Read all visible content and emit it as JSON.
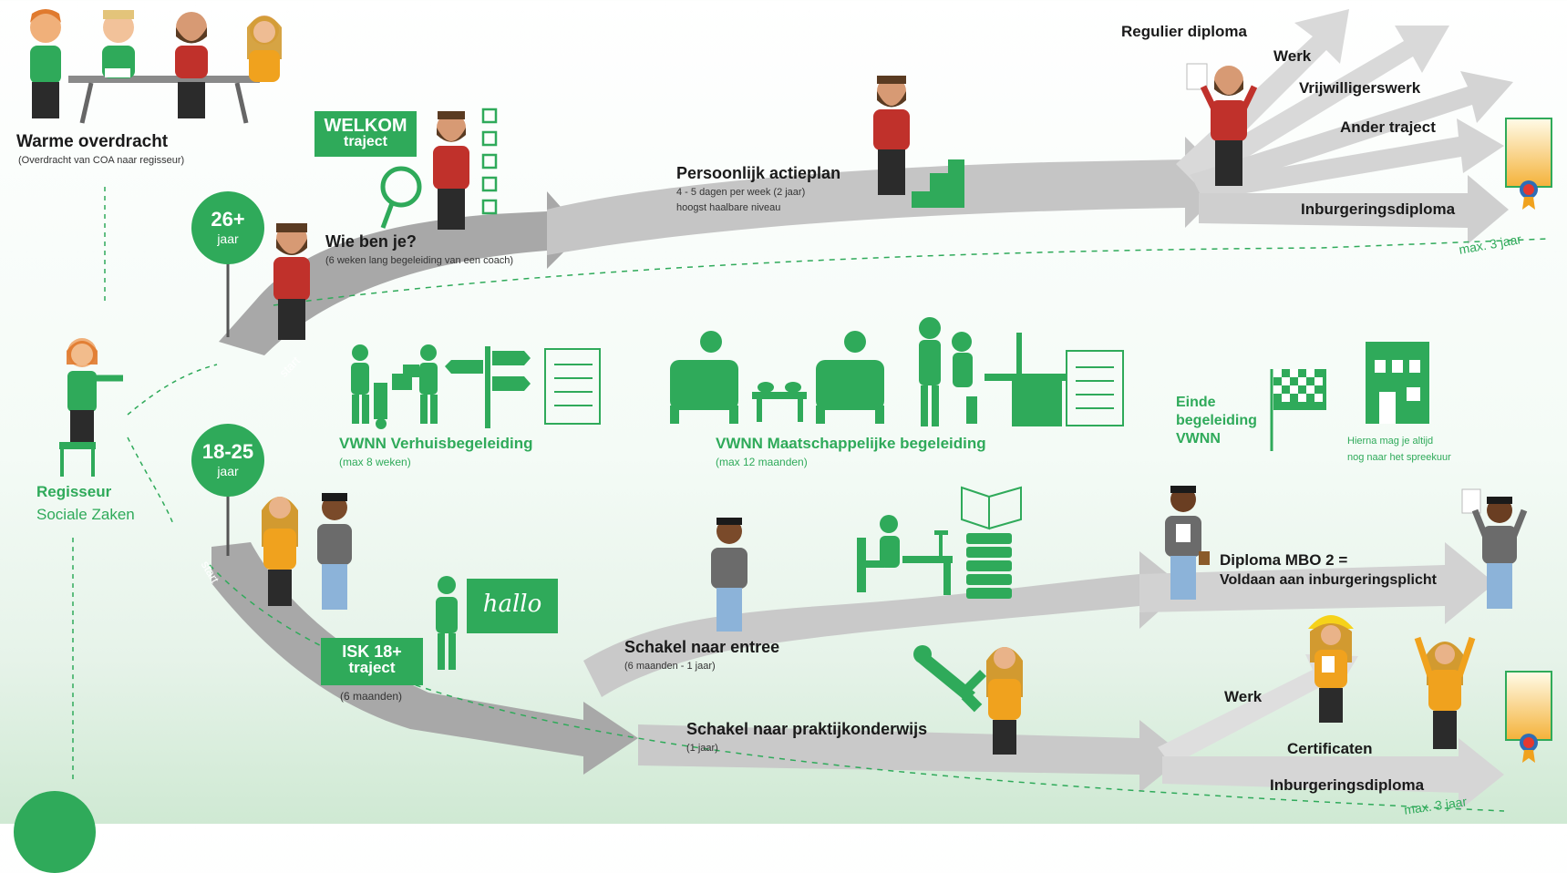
{
  "top_left": {
    "title": "Warme overdracht",
    "subtitle": "(Overdracht van COA naar regisseur)"
  },
  "regisseur": {
    "line1": "Regisseur",
    "line2": "Sociale Zaken"
  },
  "badge_26": {
    "age": "26+",
    "unit": "jaar"
  },
  "badge_18": {
    "age": "18-25",
    "unit": "jaar"
  },
  "start_labels": [
    "start",
    "start"
  ],
  "welkom": {
    "line1": "WELKOM",
    "line2": "traject"
  },
  "wie_ben_je": {
    "title": "Wie ben je?",
    "sub": "(6 weken lang begeleiding van een coach)"
  },
  "actieplan": {
    "title": "Persoonlijk actieplan",
    "line1": "4 - 5 dagen per week (2 jaar)",
    "line2": "hoogst haalbare niveau"
  },
  "outcomes_top": [
    "Regulier diploma",
    "Werk",
    "Vrijwilligerswerk",
    "Ander traject",
    "Inburgeringsdiploma"
  ],
  "max_top": "max. 3 jaar",
  "vwnn_verhuis": {
    "title": "VWNN Verhuisbegeleiding",
    "sub": "(max 8 weken)"
  },
  "vwnn_maatsch": {
    "title": "VWNN Maatschappelijke begeleiding",
    "sub": "(max 12 maanden)"
  },
  "einde": {
    "line1": "Einde",
    "line2": "begeleiding",
    "line3": "VWNN"
  },
  "spreekuur": {
    "line1": "Hierna mag je altijd",
    "line2": "nog naar het spreekuur"
  },
  "isk": {
    "line1": "ISK 18+",
    "line2": "traject",
    "sub": "(6 maanden)"
  },
  "hallo": "hallo",
  "schakel_entree": {
    "title": "Schakel naar entree",
    "sub": "(6 maanden - 1 jaar)"
  },
  "mbo": {
    "line1": "Diploma MBO 2 =",
    "line2": "Voldaan aan inburgeringsplicht"
  },
  "schakel_praktijk": {
    "title": "Schakel naar praktijkonderwijs",
    "sub": "(1 jaar)"
  },
  "outcomes_bottom": [
    "Werk",
    "Certificaten",
    "Inburgeringsdiploma"
  ],
  "max_bottom": "max. 3 jaar",
  "colors": {
    "green": "#2faa5a",
    "arrow": "#c9c9c9",
    "arrow_dark": "#a9a9a9",
    "red": "#c0312b"
  }
}
